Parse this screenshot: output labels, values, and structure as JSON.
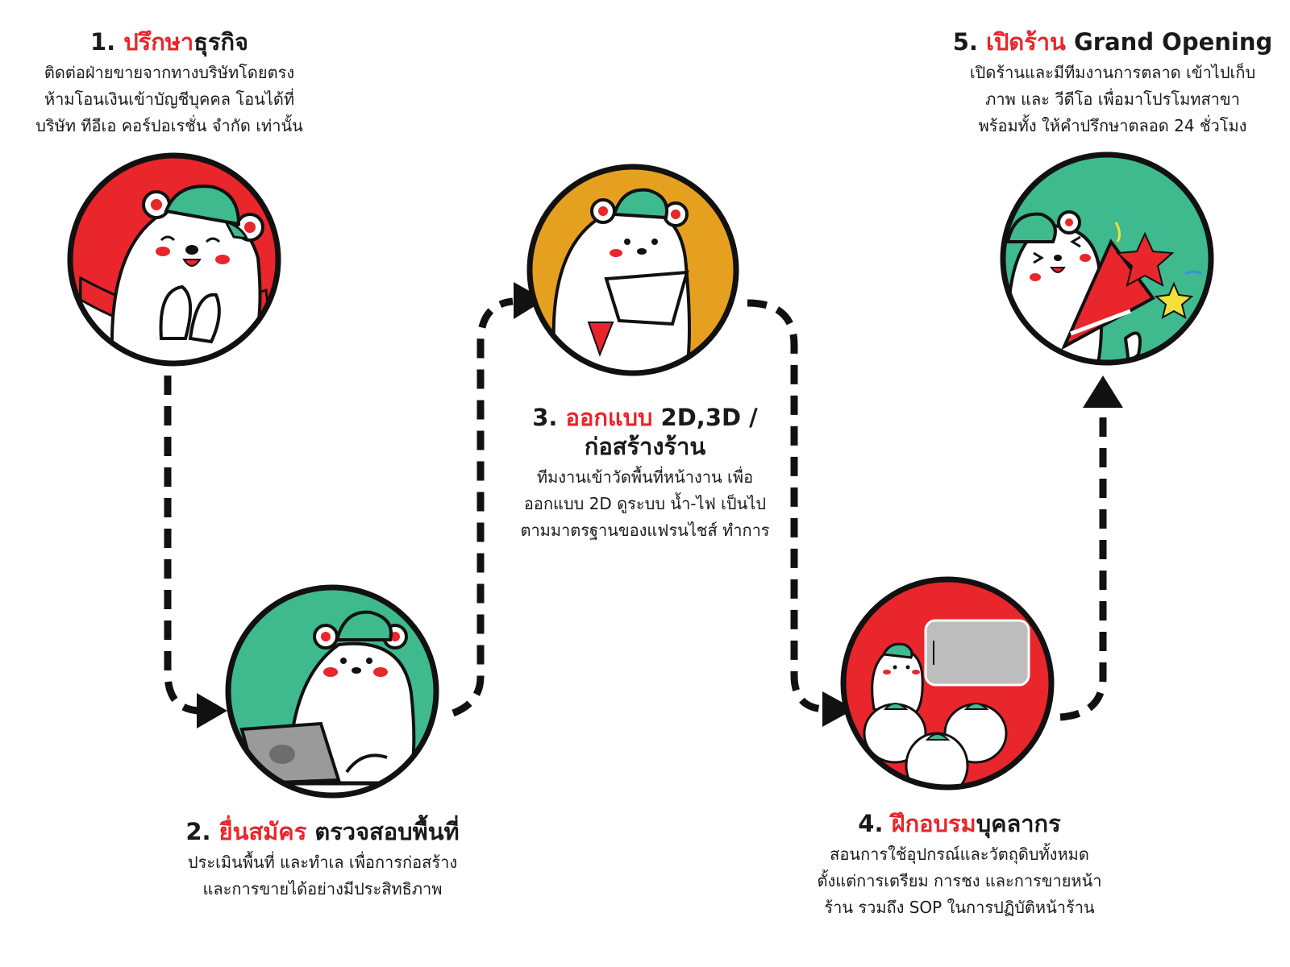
{
  "colors": {
    "red": "#e8262b",
    "green": "#3fb98e",
    "orange": "#e6a020",
    "line": "#111111"
  },
  "steps": [
    {
      "number": "1.",
      "highlight": "ปรึกษา",
      "rest": "ธุรกิจ",
      "lines": [
        "ติดต่อฝ่ายขายจากทางบริษัทโดยตรง",
        "ห้ามโอนเงินเข้าบัญชีบุคคล โอนได้ที่",
        "บริษัท ทีอีเอ คอร์ปอเรชั่น จำกัด เท่านั้น"
      ],
      "illustration": "bear-blushing-illustration"
    },
    {
      "number": "2.",
      "highlight": "ยื่นสมัคร",
      "rest": "ตรวจสอบพื้นที่",
      "lines": [
        "ประเมินพื้นที่ และทำเล เพื่อการก่อสร้าง",
        "และการขายได้อย่างมีประสิทธิภาพ"
      ],
      "illustration": "bear-laptop-illustration"
    },
    {
      "number": "3.",
      "highlight": "ออกแบบ",
      "rest": "2D,3D /",
      "title_line2": "ก่อสร้างร้าน",
      "lines": [
        "ทีมงานเข้าวัดพื้นที่หน้างาน เพื่อ",
        "ออกแบบ 2D ดูระบบ น้ำ-ไฟ เป็นไป",
        "ตามมาตรฐานของแฟรนไชส์ ทำการ"
      ],
      "illustration": "bear-tablet-illustration"
    },
    {
      "number": "4.",
      "highlight": "ฝึกอบรม",
      "rest": "บุคลากร",
      "lines": [
        "สอนการใช้อุปกรณ์และวัตถุดิบทั้งหมด",
        "ตั้งแต่การเตรียม การชง และการขายหน้า",
        "ร้าน รวมถึง SOP ในการปฏิบัติหน้าร้าน"
      ],
      "illustration": "bear-training-illustration"
    },
    {
      "number": "5.",
      "highlight": "เปิดร้าน",
      "rest": "Grand Opening",
      "lines": [
        "เปิดร้านและมีทีมงานการตลาด เข้าไปเก็บ",
        "ภาพ และ วีดีโอ เพื่อมาโปรโมทสาขา",
        "พร้อมทั้ง ให้คำปรึกษาตลอด 24 ชั่วโมง"
      ],
      "illustration": "bear-party-popper-illustration"
    }
  ]
}
